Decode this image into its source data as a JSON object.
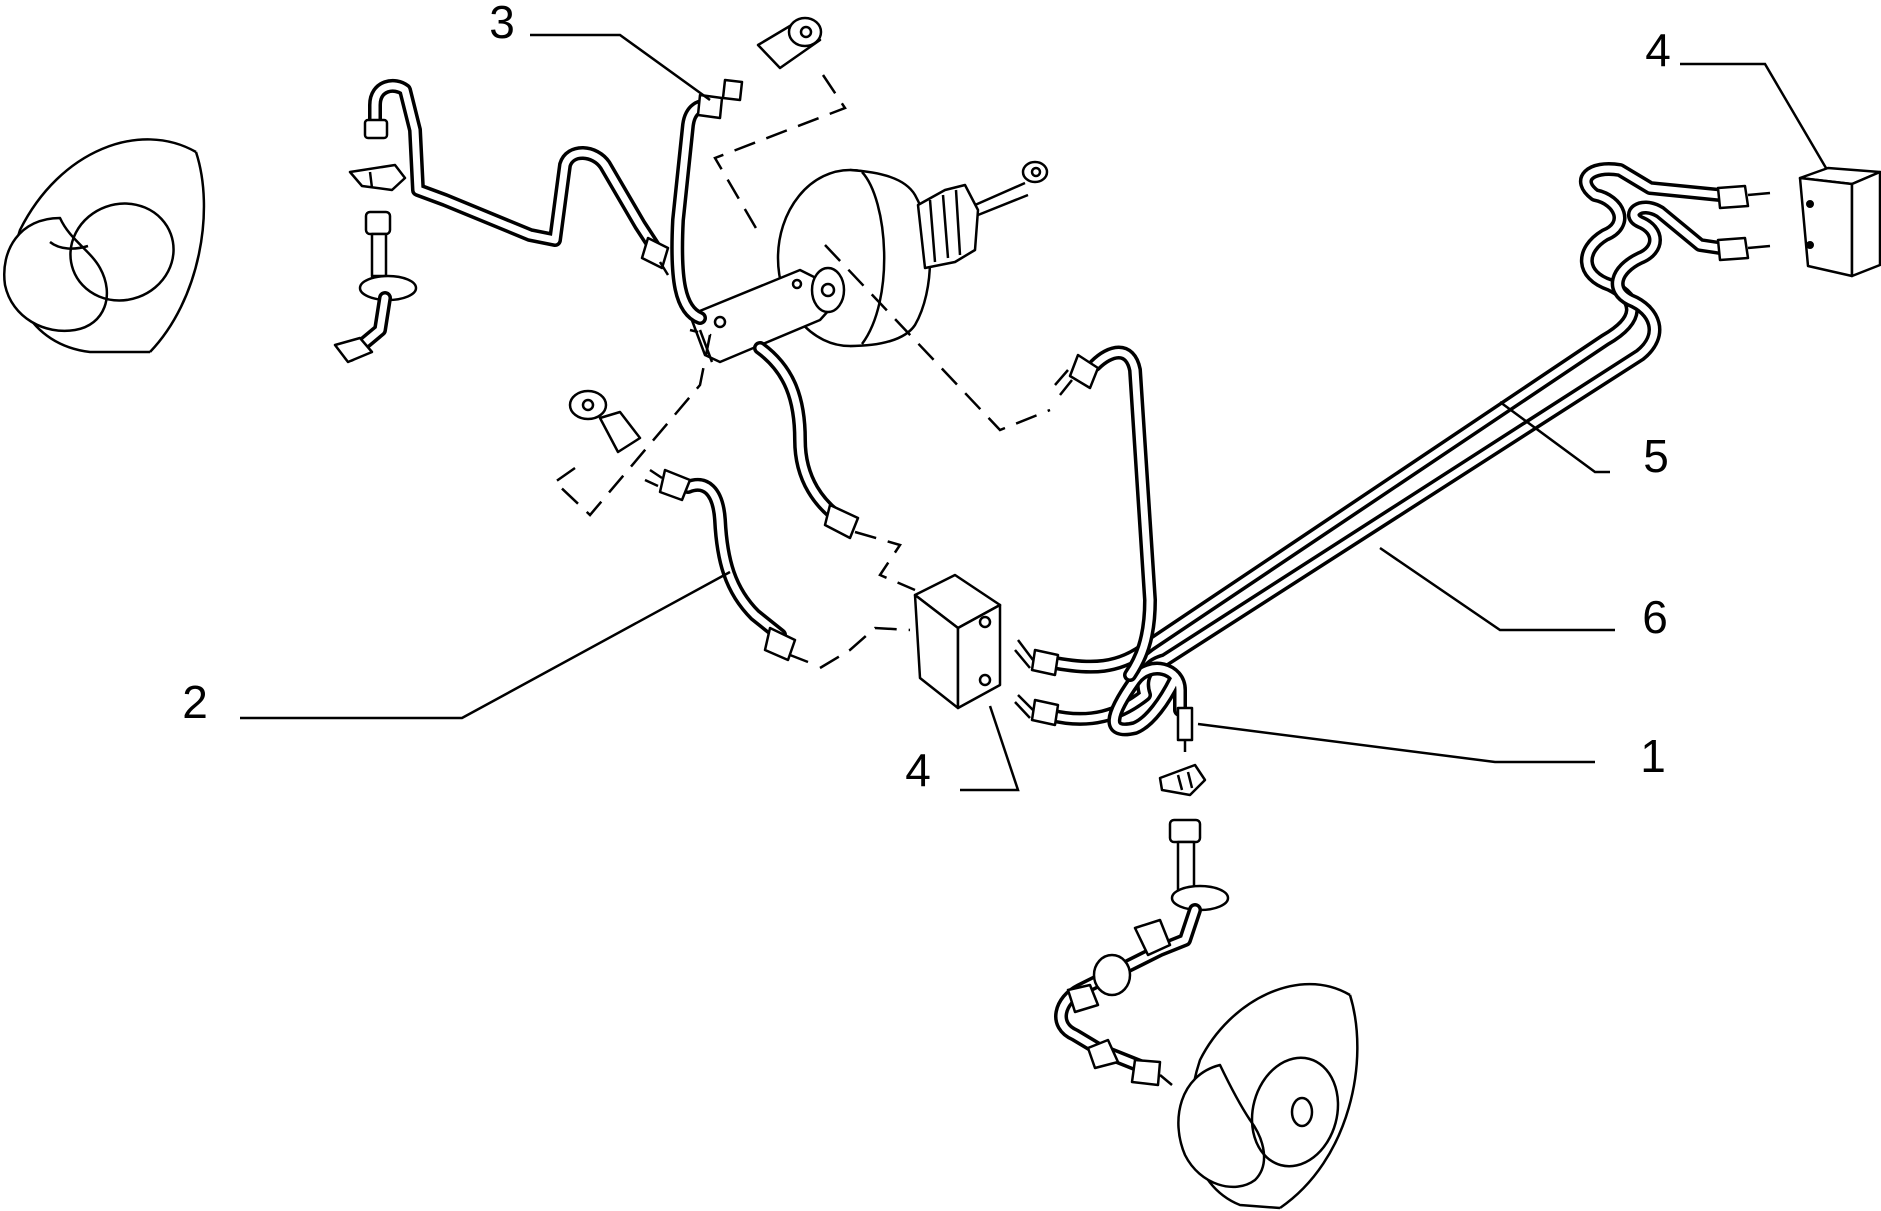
{
  "callouts": {
    "c1": "1",
    "c2": "2",
    "c3": "3",
    "c4_top": "4",
    "c4_mid": "4",
    "c5": "5",
    "c6": "6"
  }
}
